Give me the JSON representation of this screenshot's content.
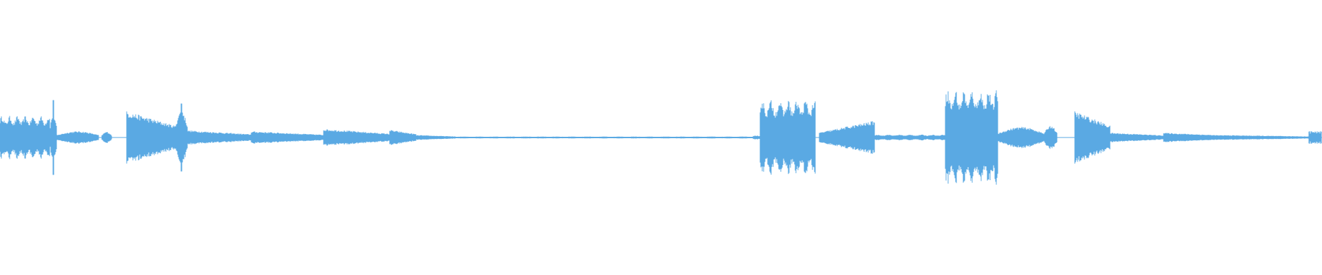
{
  "waveform": {
    "color": "#5aa9e3",
    "background": "#ffffff",
    "segments": [
      {
        "start": 0.0,
        "end": 0.038,
        "level": 0.45,
        "shape": "flat",
        "peak": 0.0
      },
      {
        "start": 0.038,
        "end": 0.043,
        "level": 0.5,
        "shape": "spike",
        "peak": 1.0
      },
      {
        "start": 0.043,
        "end": 0.075,
        "level": 0.13,
        "shape": "hump",
        "peak": 0.0
      },
      {
        "start": 0.077,
        "end": 0.085,
        "level": 0.12,
        "shape": "hump",
        "peak": 0.0
      },
      {
        "start": 0.096,
        "end": 0.133,
        "level": 0.55,
        "shape": "decay",
        "peak": 0.0
      },
      {
        "start": 0.133,
        "end": 0.142,
        "level": 0.55,
        "shape": "spike",
        "peak": 0.8
      },
      {
        "start": 0.142,
        "end": 0.19,
        "level": 0.15,
        "shape": "decay",
        "peak": 0.0
      },
      {
        "start": 0.19,
        "end": 0.245,
        "level": 0.13,
        "shape": "decay",
        "peak": 0.0
      },
      {
        "start": 0.245,
        "end": 0.295,
        "level": 0.18,
        "shape": "decay",
        "peak": 0.0
      },
      {
        "start": 0.295,
        "end": 0.315,
        "level": 0.16,
        "shape": "decay",
        "peak": 0.0
      },
      {
        "start": 0.315,
        "end": 0.345,
        "level": 0.05,
        "shape": "decay",
        "peak": 0.0
      },
      {
        "start": 0.345,
        "end": 0.57,
        "level": 0.02,
        "shape": "ripple",
        "peak": 0.0
      },
      {
        "start": 0.57,
        "end": 0.575,
        "level": 0.04,
        "shape": "flat",
        "peak": 0.0
      },
      {
        "start": 0.575,
        "end": 0.617,
        "level": 0.78,
        "shape": "flat",
        "peak": 0.0
      },
      {
        "start": 0.62,
        "end": 0.662,
        "level": 0.35,
        "shape": "rise",
        "peak": 0.0
      },
      {
        "start": 0.662,
        "end": 0.715,
        "level": 0.06,
        "shape": "flat",
        "peak": 0.0
      },
      {
        "start": 0.715,
        "end": 0.755,
        "level": 1.0,
        "shape": "flat",
        "peak": 0.0
      },
      {
        "start": 0.755,
        "end": 0.79,
        "level": 0.22,
        "shape": "hump",
        "peak": 0.0
      },
      {
        "start": 0.79,
        "end": 0.8,
        "level": 0.25,
        "shape": "hump",
        "peak": 0.0
      },
      {
        "start": 0.813,
        "end": 0.84,
        "level": 0.55,
        "shape": "decay",
        "peak": 0.0
      },
      {
        "start": 0.84,
        "end": 0.88,
        "level": 0.1,
        "shape": "decay",
        "peak": 0.0
      },
      {
        "start": 0.88,
        "end": 0.925,
        "level": 0.1,
        "shape": "decay",
        "peak": 0.0
      },
      {
        "start": 0.925,
        "end": 0.99,
        "level": 0.05,
        "shape": "decay",
        "peak": 0.0
      },
      {
        "start": 0.99,
        "end": 1.0,
        "level": 0.15,
        "shape": "flat",
        "peak": 0.0
      }
    ]
  }
}
